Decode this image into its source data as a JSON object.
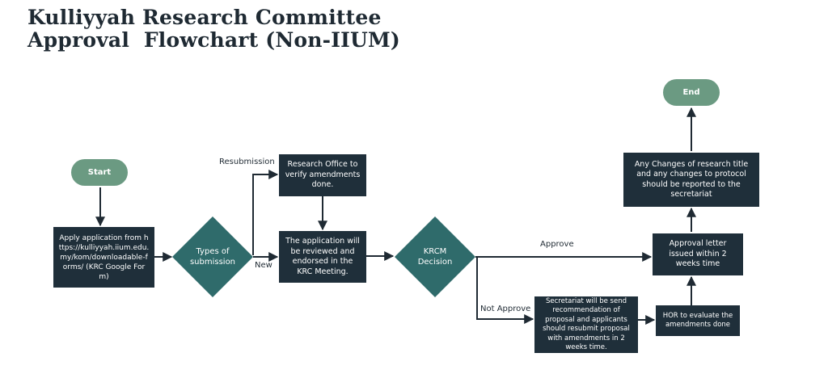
{
  "title": {
    "line1": "Kulliyyah Research Committee",
    "line2": "Approval  Flowchart (Non-IIUM)"
  },
  "nodes": {
    "start": "Start",
    "apply": "Apply application from https://kulliyyah.iium.edu.my/kom/downloadable-forms/ (KRC Google Form)",
    "types": "Types of submission",
    "research_office": "Research Office to verify amendments done.",
    "review": "The application will be reviewed and endorsed in the KRC Meeting.",
    "decision": "KRCM Decision",
    "secretariat": "Secretariat will be send recommendation of proposal and applicants should resubmit proposal with amendments in 2 weeks time.",
    "hor": "HOR to evaluate the amendments done",
    "approval_letter": "Approval letter issued within 2 weeks time",
    "changes": "Any Changes of research title and any changes to protocol should be reported to the secretariat",
    "end": "End"
  },
  "edge_labels": {
    "resubmission": "Resubmission",
    "new": "New",
    "approve": "Approve",
    "not_approve": "Not Approve"
  },
  "colors": {
    "box": "#1f2f3a",
    "terminal": "#6b9a82",
    "decision": "#2f6b6b",
    "arrow": "#1f2a33"
  }
}
